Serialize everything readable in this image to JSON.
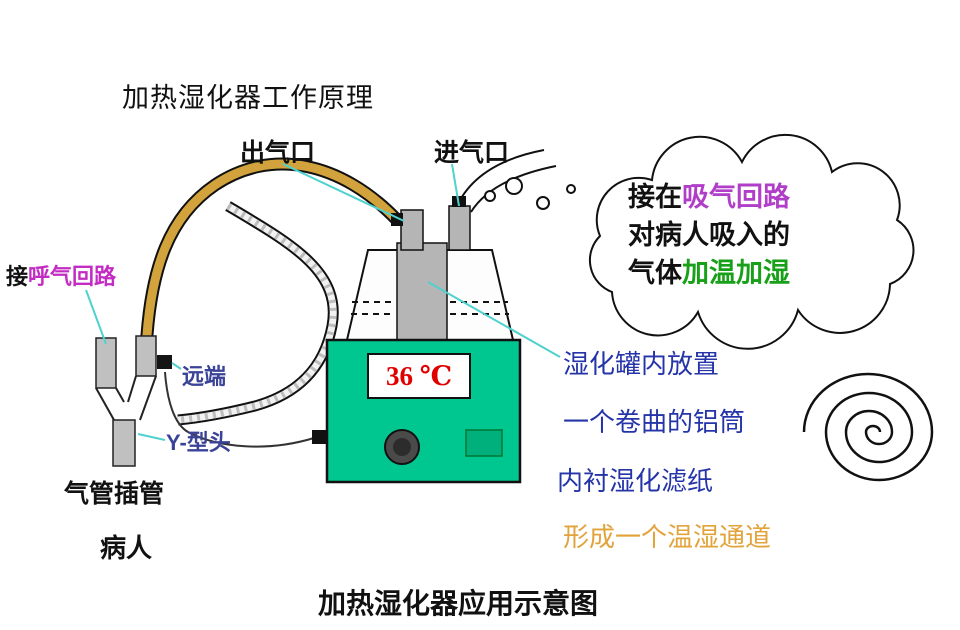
{
  "title": "加热湿化器工作原理",
  "caption": "加热湿化器应用示意图",
  "labels": {
    "outlet": "出气口",
    "inlet": "进气口",
    "exhale_prefix": "接",
    "exhale_main": "呼气回路",
    "distal": "远端",
    "y_head": "Y-型头",
    "tracheal_tube": "气管插管",
    "patient": "病人"
  },
  "cloud": {
    "line1_prefix": "接在",
    "line1_highlight": "吸气回路",
    "line2": "对病人吸入的",
    "line3_prefix": "气体",
    "line3_highlight": "加温加湿"
  },
  "device": {
    "temperature": "36 ℃"
  },
  "notes": [
    "湿化罐内放置",
    "一个卷曲的铝筒",
    "内衬湿化滤纸",
    "形成一个温湿通道"
  ],
  "colors": {
    "device_green": "#00c690",
    "temperature_red": "#e00000",
    "magenta_text": "#c32cc3",
    "purple_text": "#b03ec8",
    "green_text": "#18a018",
    "blue_note_text": "#2534a8",
    "orange_note_text": "#e2a33b",
    "callout_cyan": "#4fd1ce",
    "hose_tan": "#d2a33c",
    "tube_gray": "#b5b5b5"
  }
}
